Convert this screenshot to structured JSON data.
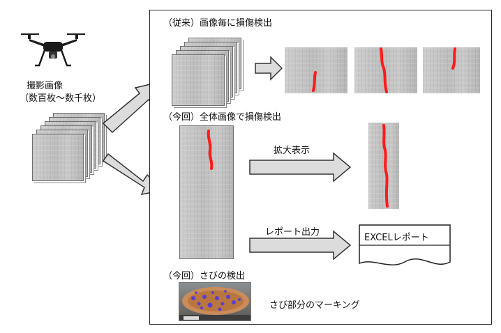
{
  "left": {
    "captured_label": "撮影画像",
    "captured_count": "（数百枚～数千枚）"
  },
  "conventional": {
    "heading": "（従来）画像毎に損傷検出"
  },
  "current_whole": {
    "heading": "（今回）全体画像で損傷検出",
    "zoom_label": "拡大表示",
    "report_label": "レポート出力",
    "report_doc_title": "EXCELレポート"
  },
  "current_rust": {
    "heading": "（今回）さびの検出",
    "description": "さび部分のマーキング"
  },
  "colors": {
    "crack_marking": "#ff1a1a",
    "arrow_fill": "#dcdcdc",
    "arrow_stroke": "#333333",
    "rust_marking": "#5a3fd0"
  },
  "icons": [
    "drone-icon",
    "crack-marking-overlay",
    "rust-marking-overlay"
  ]
}
